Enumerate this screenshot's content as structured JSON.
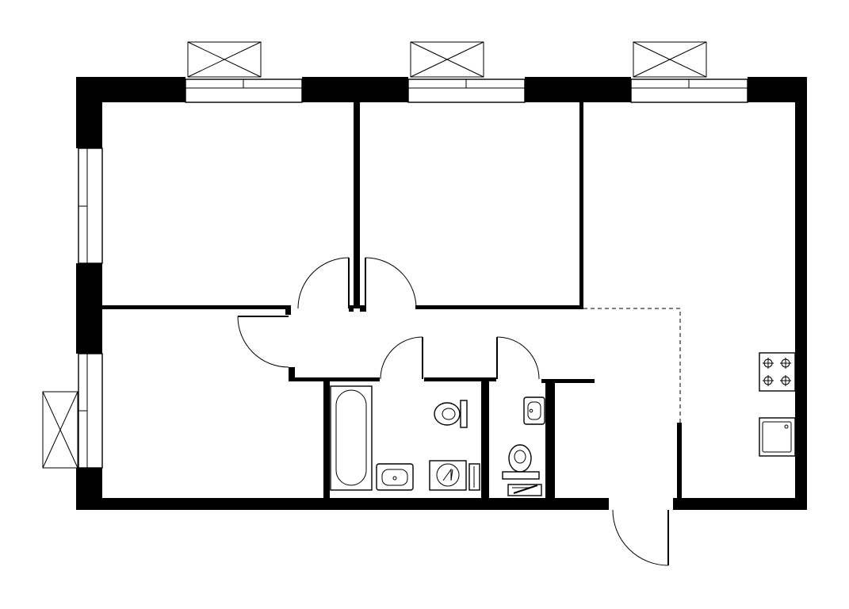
{
  "plan": {
    "rooms": [
      "bedroom-1",
      "bedroom-2",
      "kitchen-living",
      "bedroom-3",
      "corridor",
      "bathroom",
      "toilet"
    ],
    "fixtures": [
      "bathtub",
      "washbasin",
      "toilet",
      "washing-machine",
      "stove",
      "kitchen-sink",
      "ac-unit",
      "window"
    ]
  }
}
